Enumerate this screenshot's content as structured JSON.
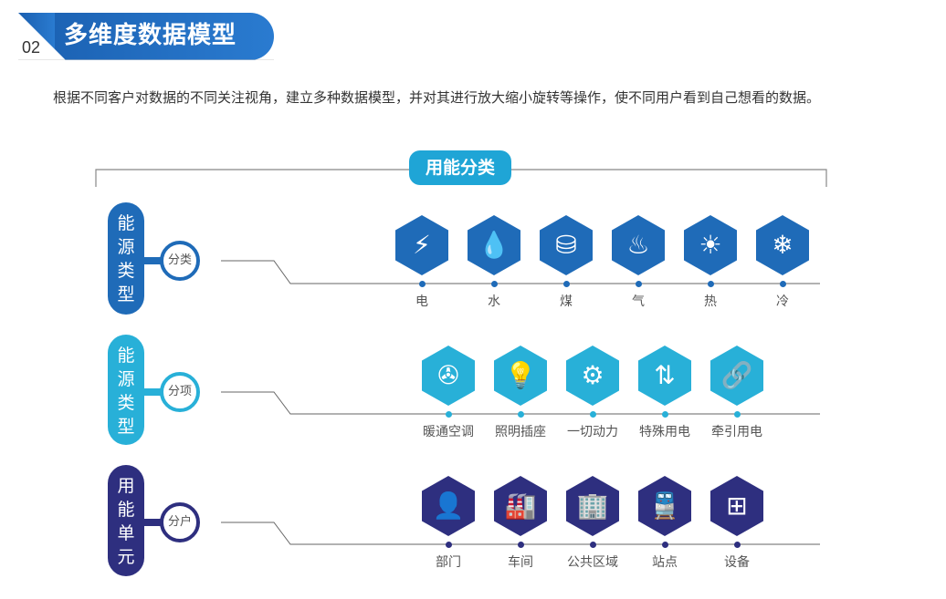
{
  "header": {
    "number": "02",
    "title": "多维度数据模型"
  },
  "intro": "根据不同客户对数据的不同关注视角，建立多种数据模型，并对其进行放大缩小旋转等操作，使不同用户看到自己想看的数据。",
  "category_title": "用能分类",
  "colors": {
    "row1": "#1f6bb8",
    "row2": "#28b0d8",
    "row3": "#2e2f7f"
  },
  "rows": [
    {
      "pill": "能源类型",
      "circle": "分类",
      "items": [
        {
          "label": "电",
          "icon": "lightning-icon",
          "glyph": "⚡"
        },
        {
          "label": "水",
          "icon": "water-drop-icon",
          "glyph": "💧"
        },
        {
          "label": "煤",
          "icon": "coal-icon",
          "glyph": "⛁"
        },
        {
          "label": "气",
          "icon": "flame-icon",
          "glyph": "♨"
        },
        {
          "label": "热",
          "icon": "sun-icon",
          "glyph": "☀"
        },
        {
          "label": "冷",
          "icon": "snowflake-icon",
          "glyph": "❄"
        }
      ]
    },
    {
      "pill": "能源类型",
      "circle": "分项",
      "items": [
        {
          "label": "暖通空调",
          "icon": "fan-icon",
          "glyph": "✇"
        },
        {
          "label": "照明插座",
          "icon": "light-bulb-icon",
          "glyph": "💡"
        },
        {
          "label": "一切动力",
          "icon": "gears-icon",
          "glyph": "⚙"
        },
        {
          "label": "特殊用电",
          "icon": "up-down-arrows-icon",
          "glyph": "⇅"
        },
        {
          "label": "牵引用电",
          "icon": "link-icon",
          "glyph": "🔗"
        }
      ]
    },
    {
      "pill": "用能单元",
      "circle": "分户",
      "items": [
        {
          "label": "部门",
          "icon": "office-worker-icon",
          "glyph": "👤"
        },
        {
          "label": "车间",
          "icon": "factory-icon",
          "glyph": "🏭"
        },
        {
          "label": "公共区域",
          "icon": "building-icon",
          "glyph": "🏢"
        },
        {
          "label": "站点",
          "icon": "train-icon",
          "glyph": "🚆"
        },
        {
          "label": "设备",
          "icon": "network-icon",
          "glyph": "⊞"
        }
      ]
    }
  ]
}
